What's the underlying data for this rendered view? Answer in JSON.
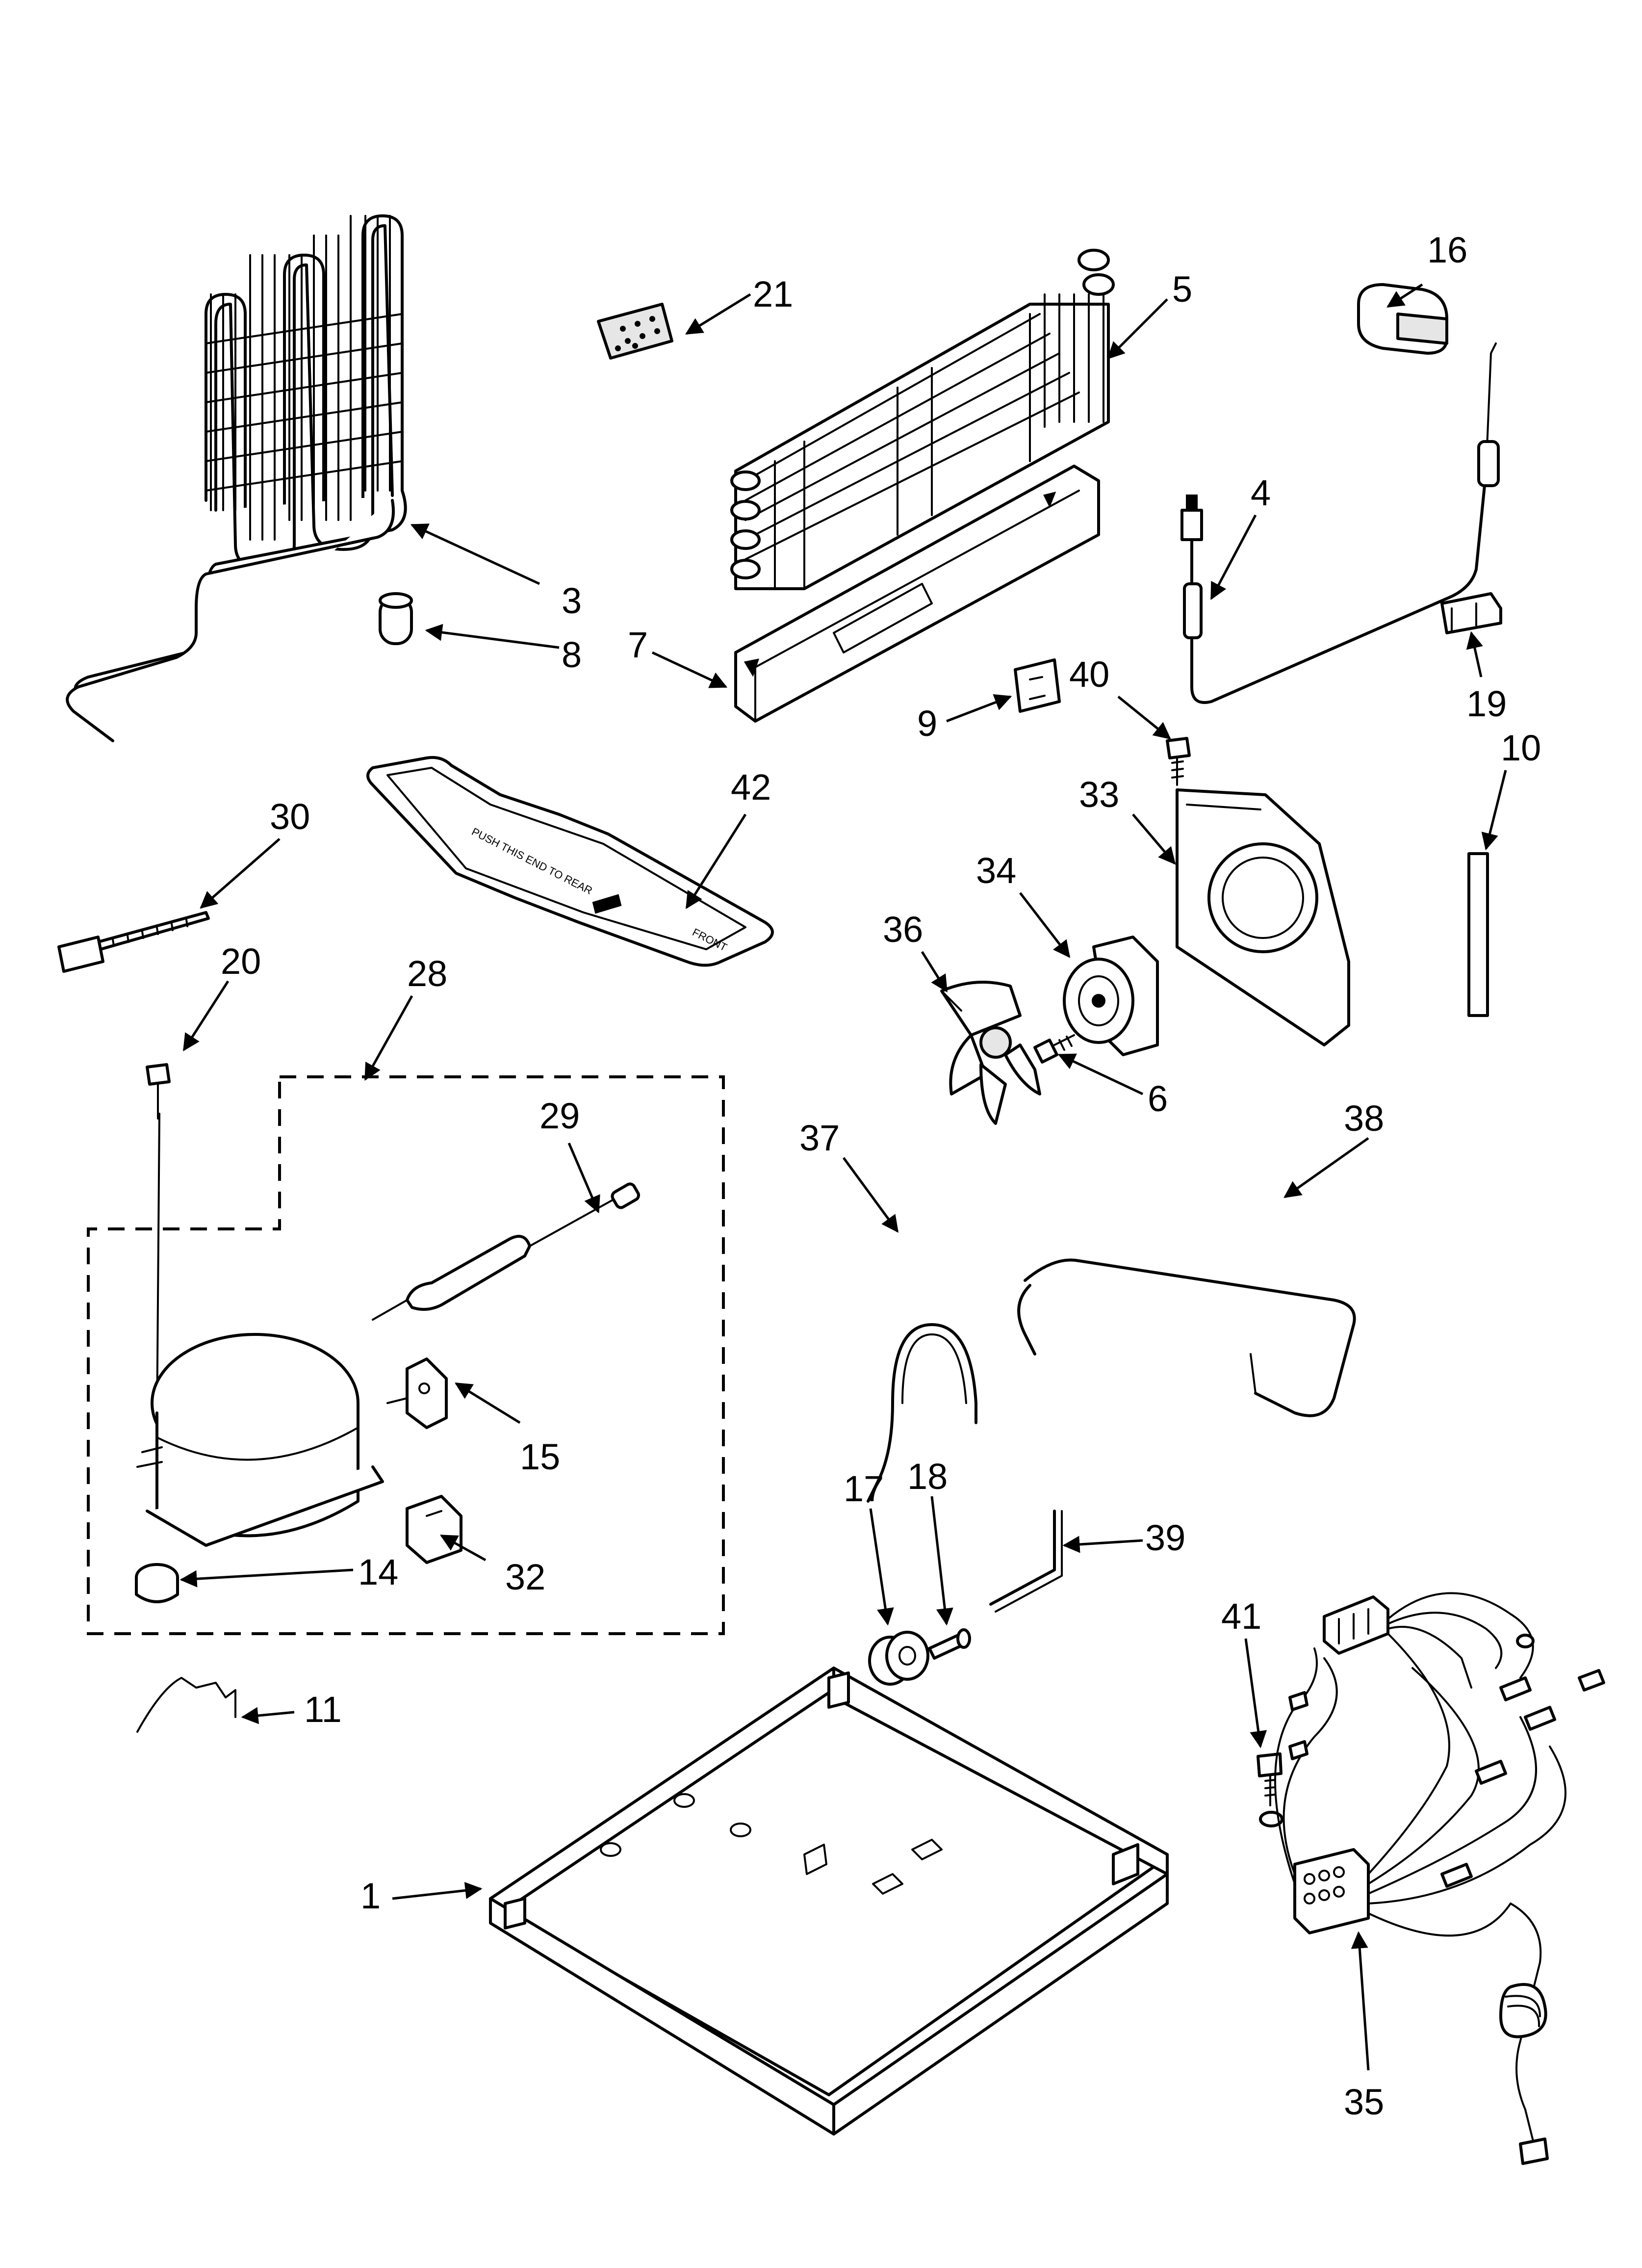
{
  "callouts": {
    "c1": "1",
    "c3": "3",
    "c4": "4",
    "c5": "5",
    "c6": "6",
    "c7": "7",
    "c8": "8",
    "c9": "9",
    "c10": "10",
    "c11": "11",
    "c14": "14",
    "c15": "15",
    "c16": "16",
    "c17": "17",
    "c18": "18",
    "c19": "19",
    "c20": "20",
    "c21": "21",
    "c28": "28",
    "c29": "29",
    "c30": "30",
    "c32": "32",
    "c33": "33",
    "c34": "34",
    "c35": "35",
    "c36": "36",
    "c37": "37",
    "c38": "38",
    "c39": "39",
    "c40": "40",
    "c41": "41",
    "c42": "42"
  },
  "pan_markings": {
    "arrow_text": "PUSH THIS END TO REAR",
    "front_text": "FRONT"
  },
  "colors": {
    "ink": "#000000",
    "paper": "#ffffff",
    "shade": "#e6e6e6"
  }
}
